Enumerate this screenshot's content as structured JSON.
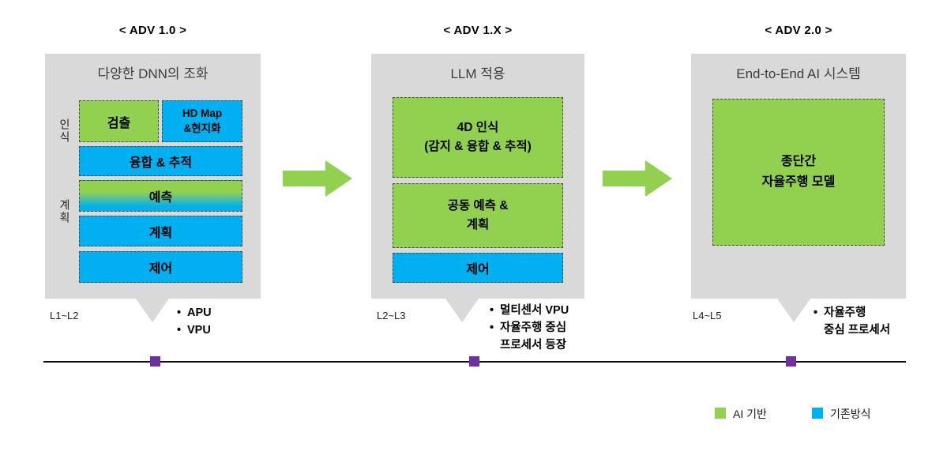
{
  "panels": [
    {
      "title": "< ADV 1.0 >",
      "heading": "다양한 DNN의 조화",
      "side_labels": {
        "perception": "인식",
        "planning": "계획"
      },
      "boxes": {
        "detection": "검출",
        "hdmap": "HD Map\n&현지화",
        "fusion": "융합 & 추적",
        "prediction": "예측",
        "planning": "계획",
        "control": "제어"
      },
      "level": "L1~L2",
      "bullets": [
        "APU",
        "VPU"
      ]
    },
    {
      "title": "< ADV 1.X >",
      "heading": "LLM 적용",
      "boxes": {
        "perception_4d": "4D 인식\n(감지 & 융합 & 추적)",
        "joint_prediction_planning": "공동 예측 &\n계획",
        "control": "제어"
      },
      "level": "L2~L3",
      "bullets": [
        "멀티센서 VPU",
        "자율주행 중심\n프로세서 등장"
      ]
    },
    {
      "title": "< ADV 2.0 >",
      "heading": "End-to-End AI 시스템",
      "boxes": {
        "end_to_end": "종단간\n자율주행 모델"
      },
      "level": "L4~L5",
      "bullets": [
        "자율주행\n중심 프로세서"
      ]
    }
  ],
  "legend": {
    "ai_label": "AI 기반",
    "legacy_label": "기존방식"
  },
  "colors": {
    "ai_green": "#92d050",
    "legacy_blue": "#00b0f0",
    "panel_gray": "#d9d9d9",
    "timeline_marker_purple": "#7030a0"
  }
}
